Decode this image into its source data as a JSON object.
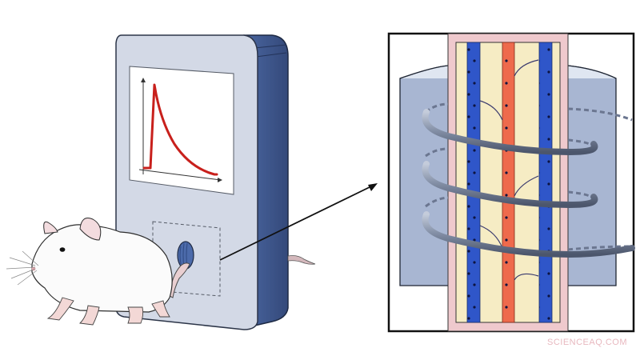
{
  "figure": {
    "description": "Illustration of a mouse with its tail inside a monitoring device showing a signal curve, with an enlarged cross-section of the tail showing blood vessels wrapped by a coil",
    "watermark": "SCIENCEAQ.COM",
    "colors": {
      "device_front": "#d3d9e6",
      "device_side": "#3f5a8c",
      "screen_bg": "#ffffff",
      "signal_curve": "#c8201c",
      "vein": "#2f56c9",
      "artery": "#ee6a4c",
      "tissue": "#f6ecc4",
      "skin": "#efc9cd",
      "coil": "#7d8aa2",
      "sleeve": "#a8b6d2",
      "arrow": "#111111"
    }
  },
  "device": {
    "screen": {
      "chart_type": "line",
      "shape": "rapid rise then exponential decay"
    }
  },
  "inset": {
    "label": "tail cross-section with coil"
  }
}
